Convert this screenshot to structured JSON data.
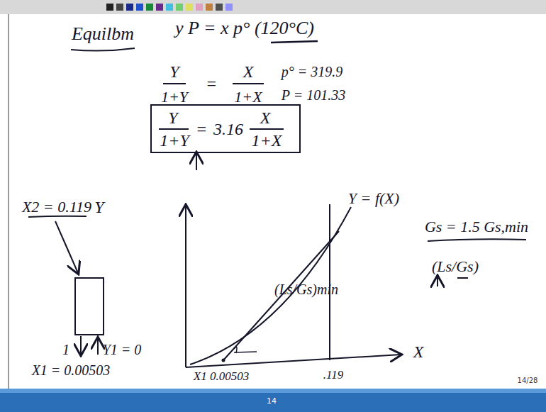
{
  "diagram": {
    "title": "Equilbm",
    "nodes": [
      {
        "text": [
          "Y",
          "1+Y",
          "=",
          "3.16",
          "X",
          "1+X"
        ]
      }
    ],
    "labels": [
      "y P = x p° (120°C)",
      "Y",
      "1+Y",
      "=",
      "X",
      "1+X",
      "p° = 319.9",
      "P = 101.33",
      "Y = f(X)",
      "Gs = 1.5 Gs,min",
      "(Ls/Gs)",
      "X2 = 0.119",
      "Y",
      "1",
      "Y1 = 0",
      "X1 = 0.00503",
      "X",
      "(Ls/Gs)min",
      "X1 0.00503",
      ".119",
      "14",
      "14/28"
    ]
  }
}
